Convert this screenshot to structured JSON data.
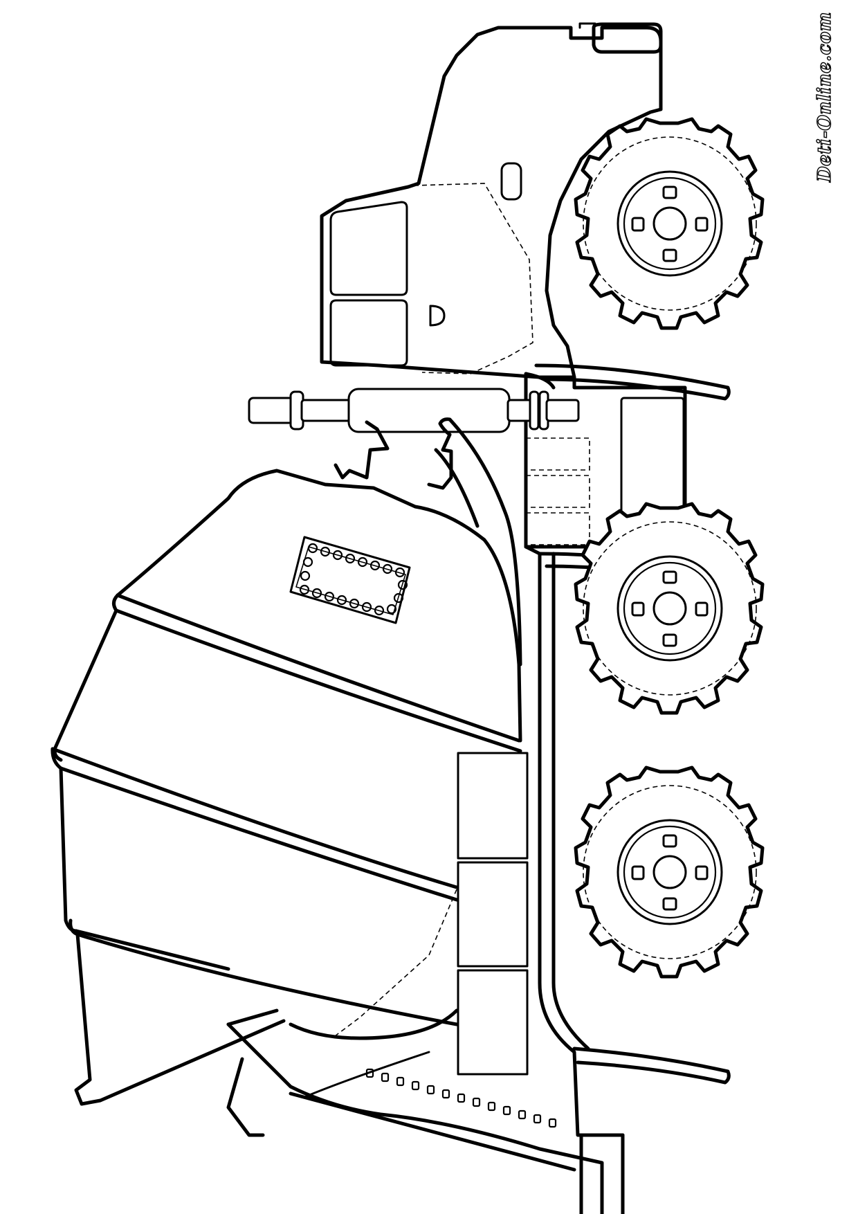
{
  "watermark": {
    "text": "Deti-Online.com"
  },
  "drawing": {
    "style": "black-outline coloring page",
    "line_color": "#000000",
    "background_color": "#ffffff",
    "wheels": 3
  }
}
